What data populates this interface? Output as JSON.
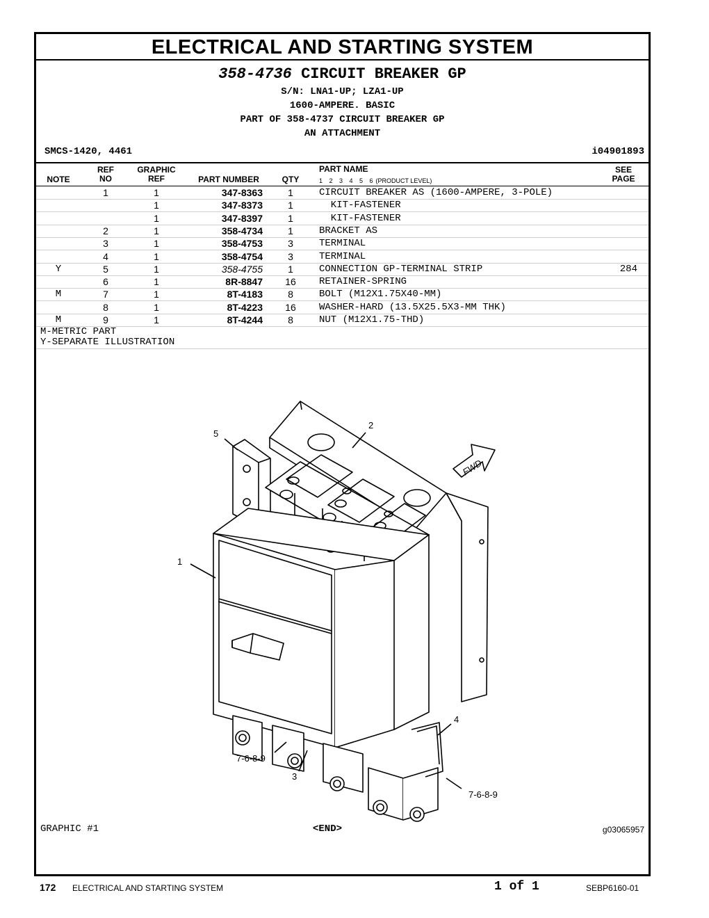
{
  "header": {
    "section_title": "ELECTRICAL AND STARTING SYSTEM",
    "group_part_number": "358-4736",
    "group_name": "CIRCUIT BREAKER GP",
    "serial_numbers": "S/N: LNA1-UP; LZA1-UP",
    "description": "1600-AMPERE. BASIC",
    "part_of": "PART OF 358-4737 CIRCUIT BREAKER GP",
    "attachment": "AN ATTACHMENT",
    "smcs": "SMCS-1420, 4461",
    "illustration_id": "i04901893"
  },
  "table": {
    "columns": {
      "note": "NOTE",
      "ref_no": [
        "REF",
        "NO"
      ],
      "graphic_ref": [
        "GRAPHIC",
        "REF"
      ],
      "part_number": "PART NUMBER",
      "qty": "QTY",
      "part_name": "PART NAME",
      "levels": "1 2 3 4 5 6",
      "product_level": "(PRODUCT LEVEL)",
      "see_page": [
        "SEE",
        "PAGE"
      ]
    },
    "rows": [
      {
        "note": "",
        "ref": "1",
        "gref": "1",
        "pn": "347-8363",
        "qty": "1",
        "name": "CIRCUIT BREAKER AS (1600-AMPERE, 3-POLE)",
        "page": "",
        "italic": false
      },
      {
        "note": "",
        "ref": "",
        "gref": "1",
        "pn": "347-8373",
        "qty": "1",
        "name": "  KIT-FASTENER",
        "page": "",
        "italic": false
      },
      {
        "note": "",
        "ref": "",
        "gref": "1",
        "pn": "347-8397",
        "qty": "1",
        "name": "  KIT-FASTENER",
        "page": "",
        "italic": false
      },
      {
        "note": "",
        "ref": "2",
        "gref": "1",
        "pn": "358-4734",
        "qty": "1",
        "name": "BRACKET AS",
        "page": "",
        "italic": false
      },
      {
        "note": "",
        "ref": "3",
        "gref": "1",
        "pn": "358-4753",
        "qty": "3",
        "name": "TERMINAL",
        "page": "",
        "italic": false
      },
      {
        "note": "",
        "ref": "4",
        "gref": "1",
        "pn": "358-4754",
        "qty": "3",
        "name": "TERMINAL",
        "page": "",
        "italic": false
      },
      {
        "note": "Y",
        "ref": "5",
        "gref": "1",
        "pn": "358-4755",
        "qty": "1",
        "name": "CONNECTION GP-TERMINAL STRIP",
        "page": "284",
        "italic": true
      },
      {
        "note": "",
        "ref": "6",
        "gref": "1",
        "pn": "8R-8847",
        "qty": "16",
        "name": "RETAINER-SPRING",
        "page": "",
        "italic": false
      },
      {
        "note": "M",
        "ref": "7",
        "gref": "1",
        "pn": "8T-4183",
        "qty": "8",
        "name": "BOLT (M12X1.75X40-MM)",
        "page": "",
        "italic": false
      },
      {
        "note": "",
        "ref": "8",
        "gref": "1",
        "pn": "8T-4223",
        "qty": "16",
        "name": "WASHER-HARD (13.5X25.5X3-MM THK)",
        "page": "",
        "italic": false
      },
      {
        "note": "M",
        "ref": "9",
        "gref": "1",
        "pn": "8T-4244",
        "qty": "8",
        "name": "NUT (M12X1.75-THD)",
        "page": "",
        "italic": false
      }
    ],
    "notes": [
      "M-METRIC PART",
      "Y-SEPARATE ILLUSTRATION"
    ]
  },
  "graphic": {
    "callouts": {
      "c1": "1",
      "c2": "2",
      "c3": "3",
      "c4": "4",
      "c5": "5",
      "c_left": "7-6-8-9",
      "c_right": "7-6-8-9",
      "fwd": "FWD"
    },
    "label": "GRAPHIC #1",
    "end": "<END>",
    "graphic_id": "g03065957"
  },
  "footer": {
    "page_number": "172",
    "section": "ELECTRICAL AND STARTING SYSTEM",
    "page_of": "1 of 1",
    "doc_id": "SEBP6160-01"
  }
}
